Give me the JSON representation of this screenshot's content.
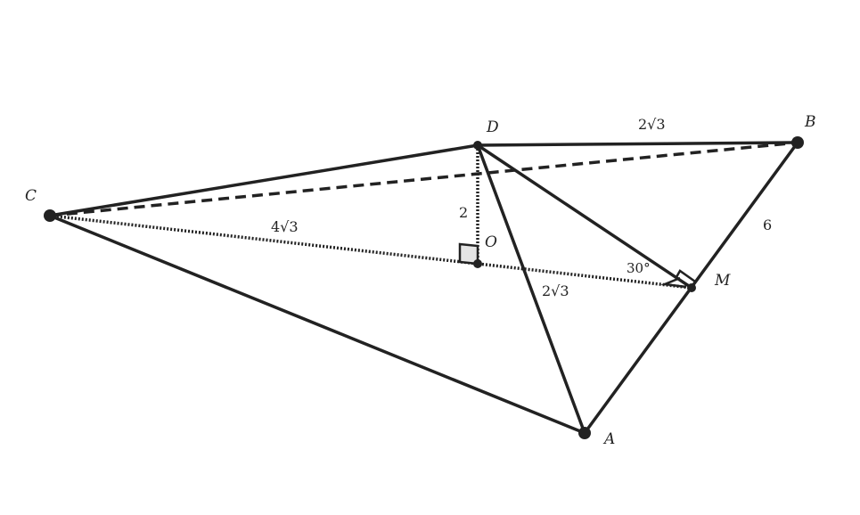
{
  "diagram": {
    "colors": {
      "stroke": "#222222",
      "right_angle_fill": "#e4e4e4",
      "background": "#ffffff"
    },
    "points": {
      "A": "A",
      "B": "B",
      "C": "C",
      "D": "D",
      "M": "M",
      "O": "O"
    },
    "lengths": {
      "DB": "2√3",
      "DO": "2",
      "CM": "4√3",
      "DA": "2√3",
      "BM": "6"
    },
    "angle": {
      "DMO": "30°"
    }
  }
}
